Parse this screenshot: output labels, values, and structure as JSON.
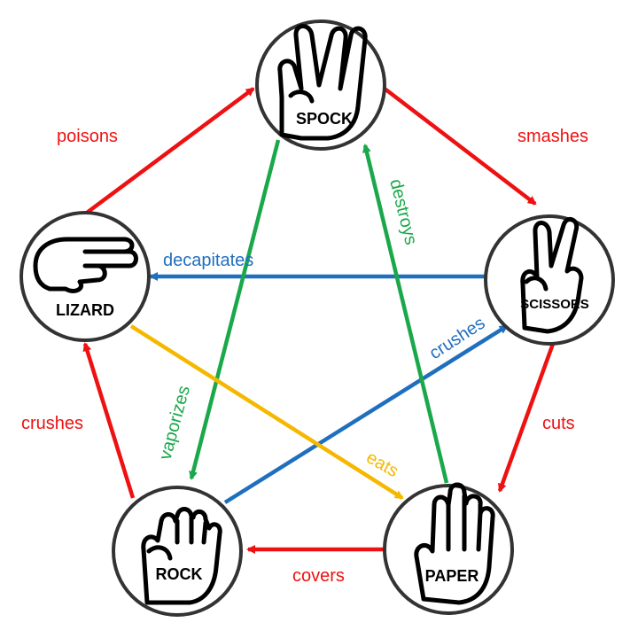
{
  "nodes": {
    "spock": {
      "label": "SPOCK",
      "icon": "vulcan-salute-hand-icon"
    },
    "scissors": {
      "label": "SCISSORS",
      "icon": "v-sign-hand-icon"
    },
    "paper": {
      "label": "PAPER",
      "icon": "open-hand-icon"
    },
    "rock": {
      "label": "ROCK",
      "icon": "fist-icon"
    },
    "lizard": {
      "label": "LIZARD",
      "icon": "lizard-hand-icon"
    }
  },
  "edges": [
    {
      "id": "spock-scissors",
      "label": "smashes",
      "color": "#ee1111"
    },
    {
      "id": "scissors-paper",
      "label": "cuts",
      "color": "#ee1111"
    },
    {
      "id": "paper-rock",
      "label": "covers",
      "color": "#ee1111"
    },
    {
      "id": "rock-lizard",
      "label": "crushes",
      "color": "#ee1111"
    },
    {
      "id": "lizard-spock",
      "label": "poisons",
      "color": "#ee1111"
    },
    {
      "id": "scissors-lizard",
      "label": "decapitates",
      "color": "#1f6fbf"
    },
    {
      "id": "rock-scissors",
      "label": "crushes",
      "color": "#1f6fbf"
    },
    {
      "id": "paper-spock",
      "label": "destroys",
      "color": "#1aa84a"
    },
    {
      "id": "spock-rock",
      "label": "vaporizes",
      "color": "#1aa84a"
    },
    {
      "id": "lizard-paper",
      "label": "eats",
      "color": "#f5b800"
    }
  ]
}
